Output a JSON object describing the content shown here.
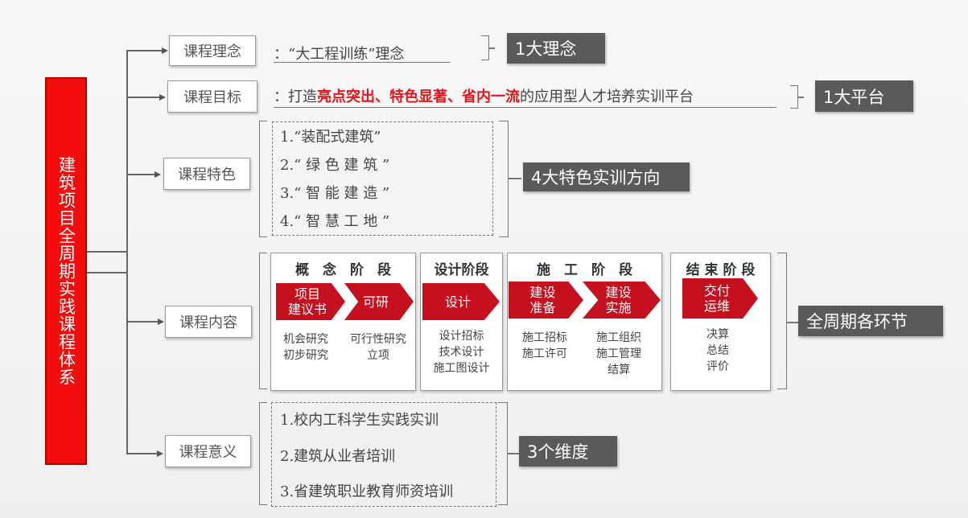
{
  "root": {
    "title": "建筑项目全周期实践课程体系"
  },
  "branches": [
    {
      "label": "课程理念",
      "desc_pre": "：“大工程训练”理念",
      "tag": "1大理念"
    },
    {
      "label": "课程目标",
      "desc_pre": "：打造",
      "desc_hl": "亮点突出、特色显著、省内一流",
      "desc_post": "的应用型人才培养实训平台",
      "tag": "1大平台"
    },
    {
      "label": "课程特色",
      "items": [
        "1.“装配式建筑”",
        "2.“ 绿 色 建 筑 ”",
        "3.“ 智 能 建 造 ”",
        "4.“ 智 慧 工 地 ”"
      ],
      "tag": "4大特色实训方向"
    },
    {
      "label": "课程内容",
      "tag": "全周期各环节"
    },
    {
      "label": "课程意义",
      "items": [
        "1.校内工科学生实践实训",
        "2.建筑从业者培训",
        "3.省建筑职业教育师资培训"
      ],
      "tag": "3个维度"
    }
  ],
  "stages": [
    {
      "title": "概　念　阶　段",
      "steps": [
        {
          "chevron": "项目\n建议书",
          "sub": "机会研究\n初步研究"
        },
        {
          "chevron": "可研",
          "sub": "可行性研究\n立项"
        }
      ]
    },
    {
      "title": "设计阶段",
      "steps": [
        {
          "chevron": "设计",
          "sub": "设计招标\n技术设计\n施工图设计"
        }
      ]
    },
    {
      "title": "施　工　阶　段",
      "steps": [
        {
          "chevron": "建设\n准备",
          "sub": "施工招标\n施工许可"
        },
        {
          "chevron": "建设\n实施",
          "sub": "施工组织\n施工管理\n结算"
        }
      ]
    },
    {
      "title": "结 束 阶 段",
      "steps": [
        {
          "chevron": "交付\n运维",
          "sub": "决算\n总结\n评价"
        }
      ]
    }
  ],
  "colors": {
    "root": "#f20c0c",
    "chevron": "#c5101f",
    "tag": "#5a5a5a",
    "highlight": "#e3141b"
  }
}
